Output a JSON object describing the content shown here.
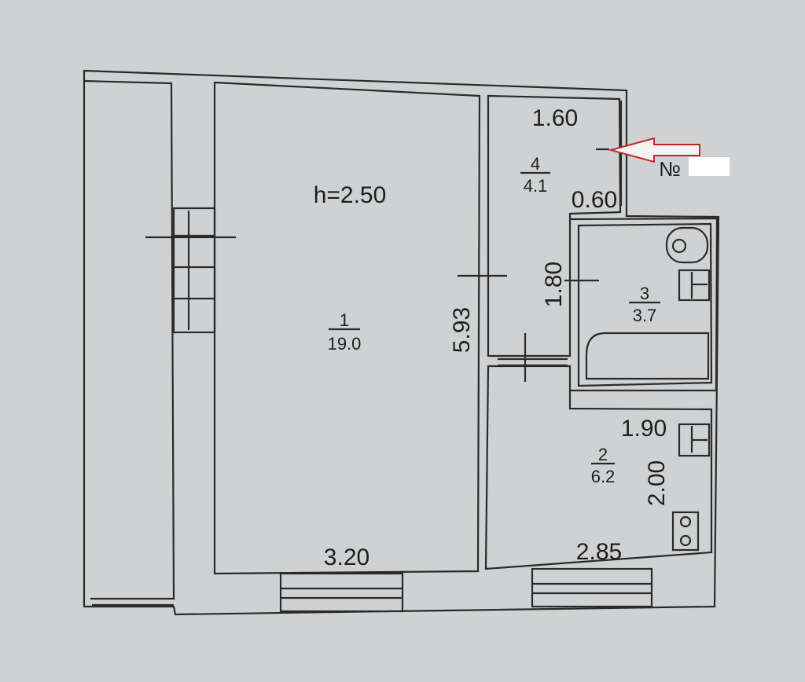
{
  "plan": {
    "ceiling_height": "h=2.50",
    "entrance_mark": "№",
    "colors": {
      "paper": "#cfd1d3",
      "line": "#2a2a2a",
      "arrow": "#c0282e"
    },
    "rooms": [
      {
        "number": "1",
        "area": "19.0"
      },
      {
        "number": "2",
        "area": "6.2"
      },
      {
        "number": "3",
        "area": "3.7"
      },
      {
        "number": "4",
        "area": "4.1"
      }
    ],
    "dimensions": {
      "room1_width": "3.20",
      "room1_length": "5.93",
      "hall_width": "1.60",
      "hall_passage": "0.60",
      "hall_length": "1.80",
      "kitchen_width_top": "1.90",
      "kitchen_width_bottom": "2.85",
      "kitchen_depth": "2.00"
    },
    "fixtures": [
      "toilet-icon",
      "sink-icon",
      "bathtub-icon",
      "kitchen-sink-icon",
      "stove-icon"
    ]
  }
}
